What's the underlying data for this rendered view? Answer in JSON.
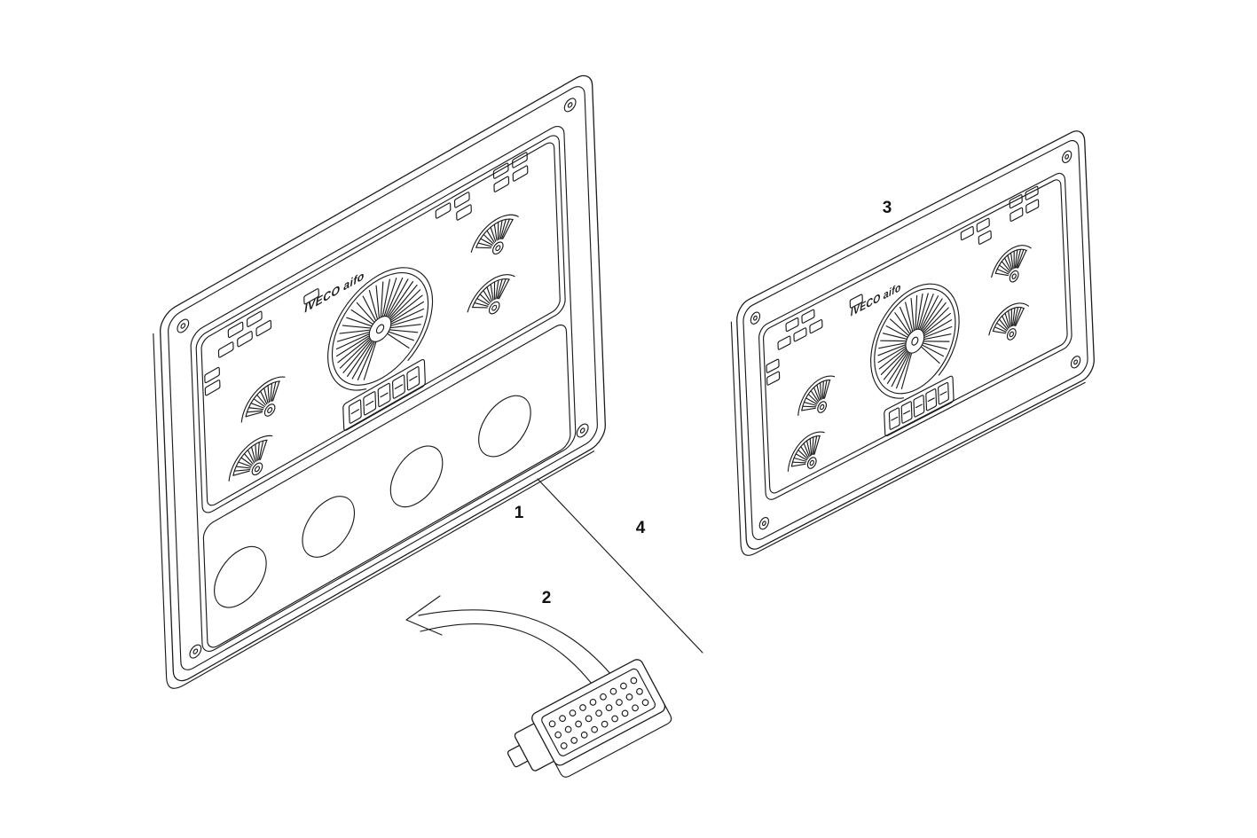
{
  "diagram": {
    "background_color": "#ffffff",
    "line_color": "#1c1c1c",
    "callouts": [
      {
        "label": "1"
      },
      {
        "label": "2"
      },
      {
        "label": "3"
      },
      {
        "label": "4"
      }
    ],
    "panels": [
      {
        "id": "panel-large",
        "brand": "IVECO aifo"
      },
      {
        "id": "panel-small",
        "brand": "IVECO aifo"
      }
    ]
  }
}
